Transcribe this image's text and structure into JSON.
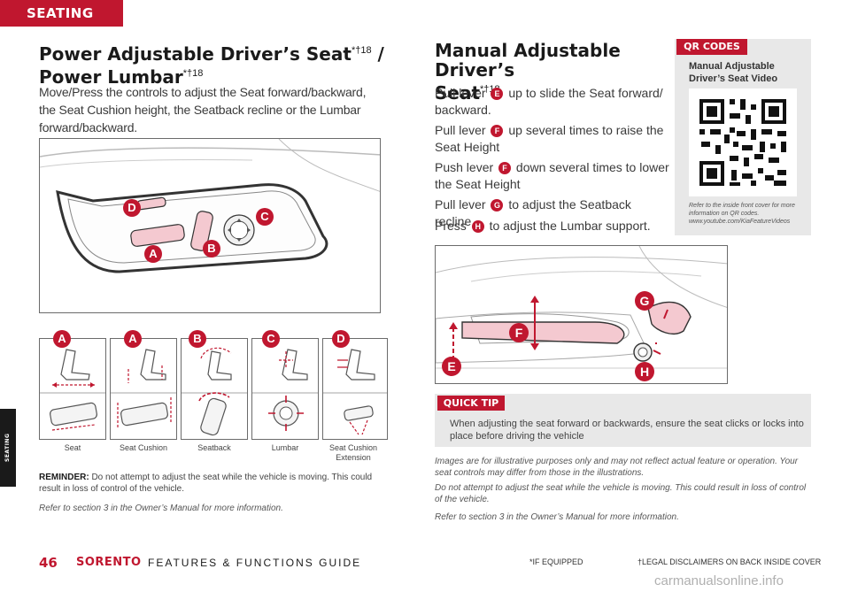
{
  "header": {
    "section_tab": "SEATING",
    "side_tab": "SEATING"
  },
  "power_seat": {
    "title_line1": "Power Adjustable Driver’s Seat",
    "title_line1_mark": "*†18",
    "title_sep": " /",
    "title_line2": "Power Lumbar",
    "title_line2_mark": "*†18",
    "description": "Move/Press the controls to adjust the Seat forward/backward, the Seat Cushion height, the Seatback recline or the Lumbar forward/backward.",
    "callouts": [
      "A",
      "B",
      "C",
      "D"
    ],
    "icons": [
      {
        "letter": "A",
        "caption": "Seat"
      },
      {
        "letter": "A",
        "caption": "Seat Cushion"
      },
      {
        "letter": "B",
        "caption": "Seatback"
      },
      {
        "letter": "C",
        "caption": "Lumbar"
      },
      {
        "letter": "D",
        "caption": "Seat Cushion Extension"
      }
    ],
    "reminder_label": "REMINDER:",
    "reminder_text": " Do not attempt to adjust the seat while the vehicle is moving. This could result in loss of control of the vehicle.",
    "refer_note": "Refer to section 3 in the Owner’s Manual for more information."
  },
  "manual_seat": {
    "title_line1": "Manual Adjustable Driver’s",
    "title_line2": "Seat",
    "title_mark": "*†18",
    "steps": [
      {
        "pre": "Pull lever ",
        "letter": "E",
        "post": " up to slide the Seat forward/ backward."
      },
      {
        "pre": "Pull lever ",
        "letter": "F",
        "post": " up several times to raise the Seat Height"
      },
      {
        "pre": "Push lever ",
        "letter": "F",
        "post": " down several times to lower the Seat Height"
      },
      {
        "pre": "Pull lever ",
        "letter": "G",
        "post": " to adjust the Seatback recline."
      },
      {
        "pre": "Press ",
        "letter": "H",
        "post": " to adjust the Lumbar support."
      }
    ],
    "callouts": [
      "E",
      "F",
      "G",
      "H"
    ]
  },
  "qr": {
    "tab": "QR CODES",
    "title": "Manual Adjustable Driver’s Seat Video",
    "note": "Refer to the inside front cover for more information on QR codes. www.youtube.com/KiaFeatureVideos"
  },
  "quick_tip": {
    "tab": "QUICK TIP",
    "text": "When adjusting the seat forward or backwards, ensure the seat clicks or locks into place before driving the vehicle"
  },
  "notes": {
    "illustrative": "Images are for illustrative purposes only and may not reflect actual feature or operation. Your seat controls may differ from those in the illustrations.",
    "moving": "Do not attempt to adjust the seat while the vehicle is moving. This could result in loss of control of the vehicle.",
    "refer": "Refer to section 3 in the Owner’s Manual for more information."
  },
  "footer": {
    "page_number": "46",
    "model": "SORENTO",
    "guide": "FEATURES & FUNCTIONS GUIDE",
    "if_equipped": "*IF EQUIPPED",
    "legal": "†LEGAL DISCLAIMERS ON BACK INSIDE COVER",
    "watermark": "carmanualsonline.info"
  },
  "colors": {
    "accent": "#c0172f",
    "panel": "#e8e8e8",
    "control_fill": "#f4c9d0"
  }
}
